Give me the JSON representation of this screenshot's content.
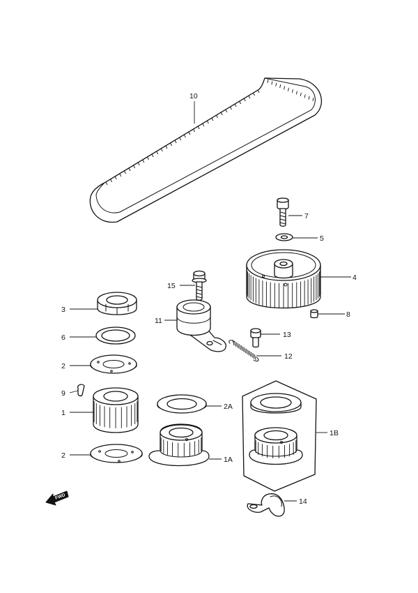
{
  "callouts": {
    "c10": "10",
    "c7": "7",
    "c5": "5",
    "c4": "4",
    "c8": "8",
    "c15": "15",
    "c3": "3",
    "c11": "11",
    "c13": "13",
    "c6": "6",
    "c12": "12",
    "c2a": "2",
    "c9": "9",
    "c1": "1",
    "c2A": "2A",
    "c1B": "1B",
    "c2b": "2",
    "c1A": "1A",
    "c14": "14"
  },
  "fwd_label": "FWD"
}
